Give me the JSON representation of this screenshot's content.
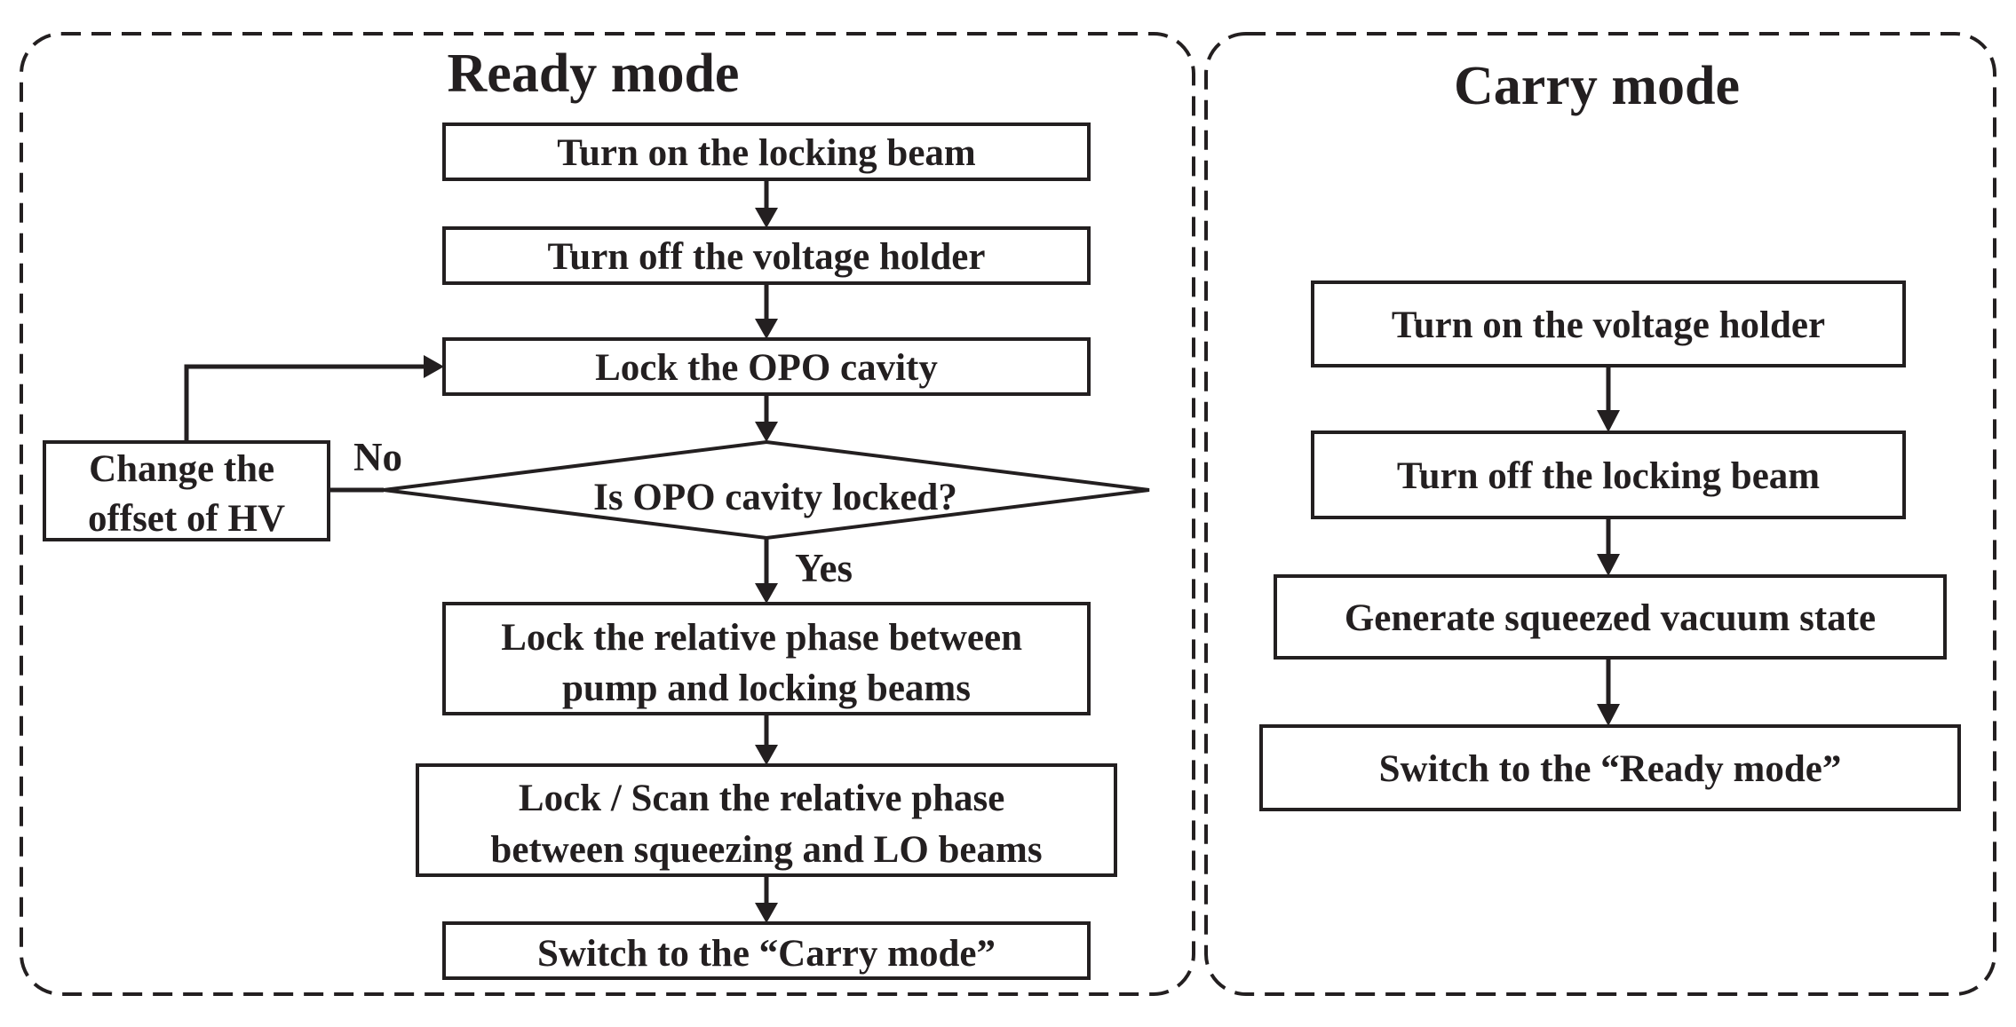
{
  "ready_mode": {
    "title": "Ready mode",
    "steps": {
      "turn_on_locking_beam": "Turn on the locking beam",
      "turn_off_voltage_holder": "Turn off the voltage holder",
      "lock_opo_cavity": "Lock the OPO cavity",
      "is_opo_locked": "Is OPO cavity locked?",
      "change_offset": [
        "Change the",
        "offset of HV"
      ],
      "lock_relative_phase": [
        "Lock the relative phase between",
        "pump and locking beams"
      ],
      "lock_scan_phase": [
        "Lock / Scan the relative phase",
        "between squeezing and LO beams"
      ],
      "switch_to_carry": "Switch to the “Carry mode”"
    },
    "branches": {
      "no": "No",
      "yes": "Yes"
    }
  },
  "carry_mode": {
    "title": "Carry mode",
    "steps": {
      "turn_on_voltage_holder": "Turn on the voltage holder",
      "turn_off_locking_beam": "Turn off the locking beam",
      "generate_squeezed": "Generate squeezed vacuum state",
      "switch_to_ready": "Switch to the “Ready mode”"
    }
  },
  "colors": {
    "ink": "#231f20",
    "background": "#ffffff"
  }
}
